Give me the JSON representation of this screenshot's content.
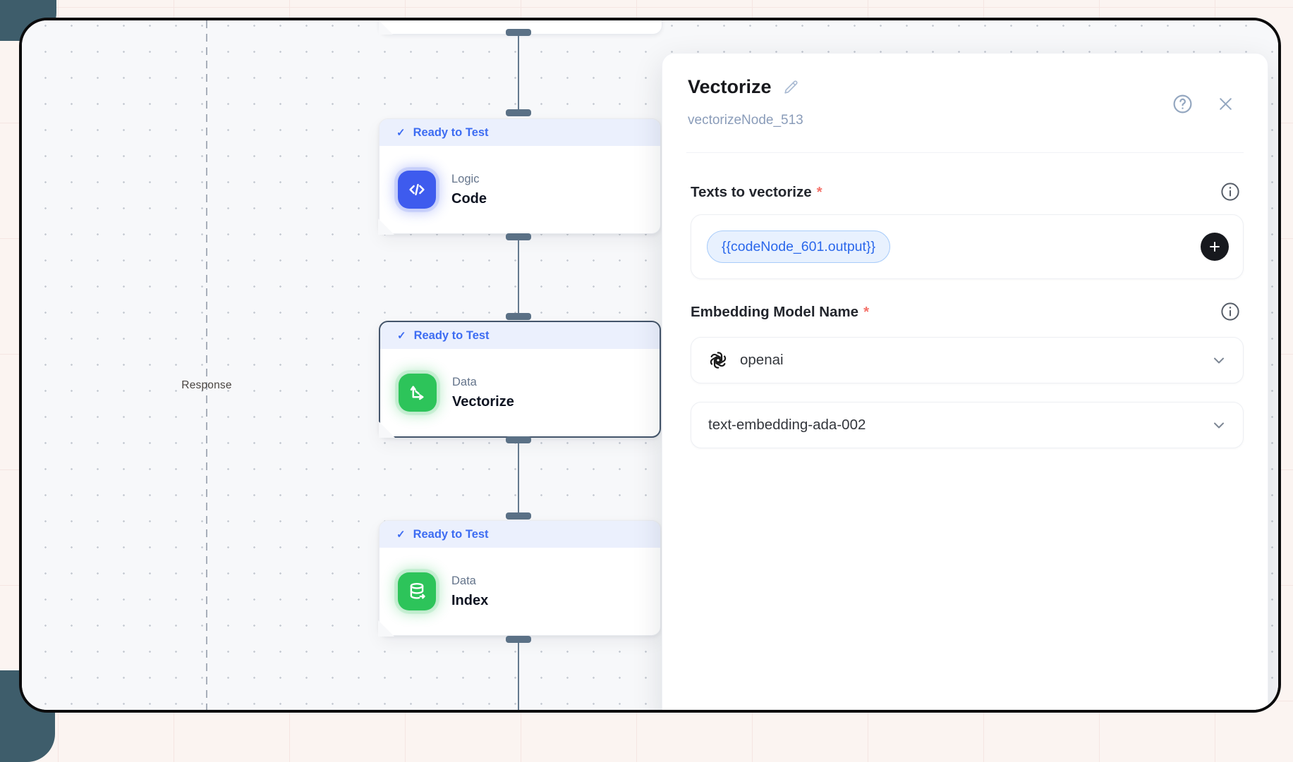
{
  "colors": {
    "accent_blue": "#3D6CF2",
    "node_blue": "#3E5BEE",
    "node_green": "#2DC45A",
    "badge_bg": "#EBF0FD",
    "chip_bg": "#E8F1FE",
    "chip_border": "#A8CCFA",
    "chip_text": "#2A67EB",
    "required_red": "#F47068",
    "connector": "#5B7186"
  },
  "icons": {
    "check": "✓",
    "close": "✕",
    "plus": "+"
  },
  "canvas": {
    "response_label": "Response",
    "nodes": [
      {
        "status": "Ready to Test",
        "category": "Logic",
        "title": "Code"
      },
      {
        "status": "Ready to Test",
        "category": "Data",
        "title": "Vectorize"
      },
      {
        "status": "Ready to Test",
        "category": "Data",
        "title": "Index"
      }
    ]
  },
  "panel": {
    "title": "Vectorize",
    "node_id": "vectorizeNode_513",
    "required_marker": "*",
    "texts_field": {
      "label": "Texts to vectorize",
      "chip": "{{codeNode_601.output}}"
    },
    "embedding_field": {
      "label": "Embedding Model Name",
      "provider": "openai",
      "model": "text-embedding-ada-002"
    }
  }
}
